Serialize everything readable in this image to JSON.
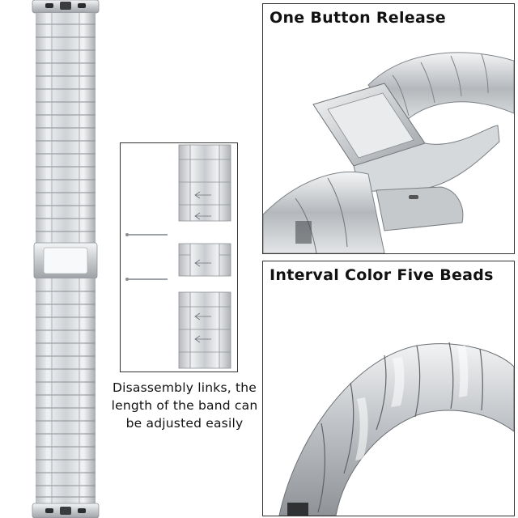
{
  "panels": {
    "top_title": "One Button Release",
    "bottom_title": "Interval Color Five Beads"
  },
  "caption": {
    "line1": "Disassembly links, the",
    "line2": "length of the band can",
    "line3": "be adjusted easily"
  }
}
